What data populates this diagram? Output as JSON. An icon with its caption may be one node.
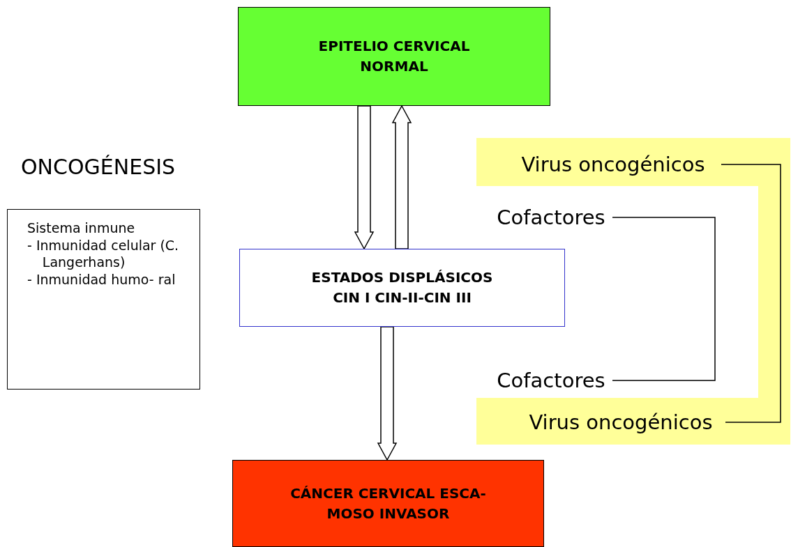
{
  "diagram": {
    "nodes": [
      {
        "text": [
          "EPITELIO CERVICAL NORMAL"
        ]
      },
      {
        "text": [
          "Sistema inmune",
          "- Inmunidad celular (C. Langerhans)",
          "- Inmunidad humo- ral"
        ]
      },
      {
        "text": [
          "ESTADOS DISPLÁSICOS CIN I CIN-II-CIN III"
        ]
      },
      {
        "text": [
          "Virus oncogénicos"
        ]
      },
      {
        "text": [
          "Cofactores"
        ]
      },
      {
        "text": [
          "Cofactores"
        ]
      },
      {
        "text": [
          "Virus oncogénicos"
        ]
      },
      {
        "text": [
          "CÁNCER CERVICAL ESCA- MOSO INVASOR"
        ]
      }
    ],
    "edges": [
      {
        "from": 0,
        "to": 2,
        "arrow": "to"
      },
      {
        "from": 2,
        "to": 0,
        "arrow": "to"
      },
      {
        "from": 2,
        "to": 7,
        "arrow": "to"
      },
      {
        "from": 3,
        "to": 6,
        "arrow": "none"
      },
      {
        "from": 4,
        "to": 5,
        "arrow": "none"
      }
    ],
    "labels": [
      "ONCOGÉNESIS"
    ]
  }
}
